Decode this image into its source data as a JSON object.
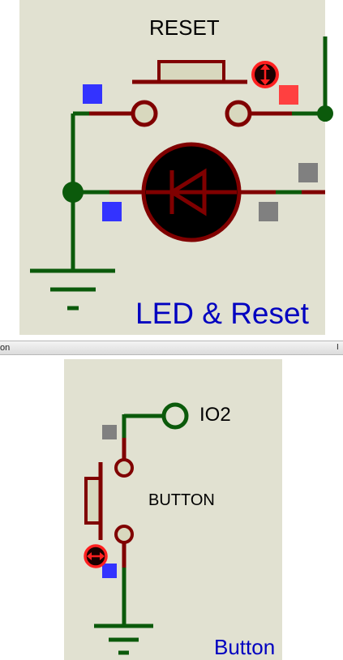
{
  "schematic_top": {
    "component_label": "RESET",
    "sheet_title": "LED & Reset"
  },
  "scrollbar": {
    "label_fragment": "on",
    "right_fragment": "I"
  },
  "schematic_bottom": {
    "terminal_label": "IO2",
    "component_label": "BUTTON",
    "sheet_title": "Button"
  },
  "colors": {
    "canvas": "#e1e1d1",
    "wire": "#0b5a0b",
    "component": "#800000",
    "title_text": "#0000c0",
    "pin_high": "#3333ff",
    "pin_low": "#808080",
    "pin_active": "#ff4040"
  },
  "icons": {
    "actuator_reset": "up-down-arrow-actuator-icon",
    "actuator_button": "left-right-arrow-actuator-icon"
  }
}
